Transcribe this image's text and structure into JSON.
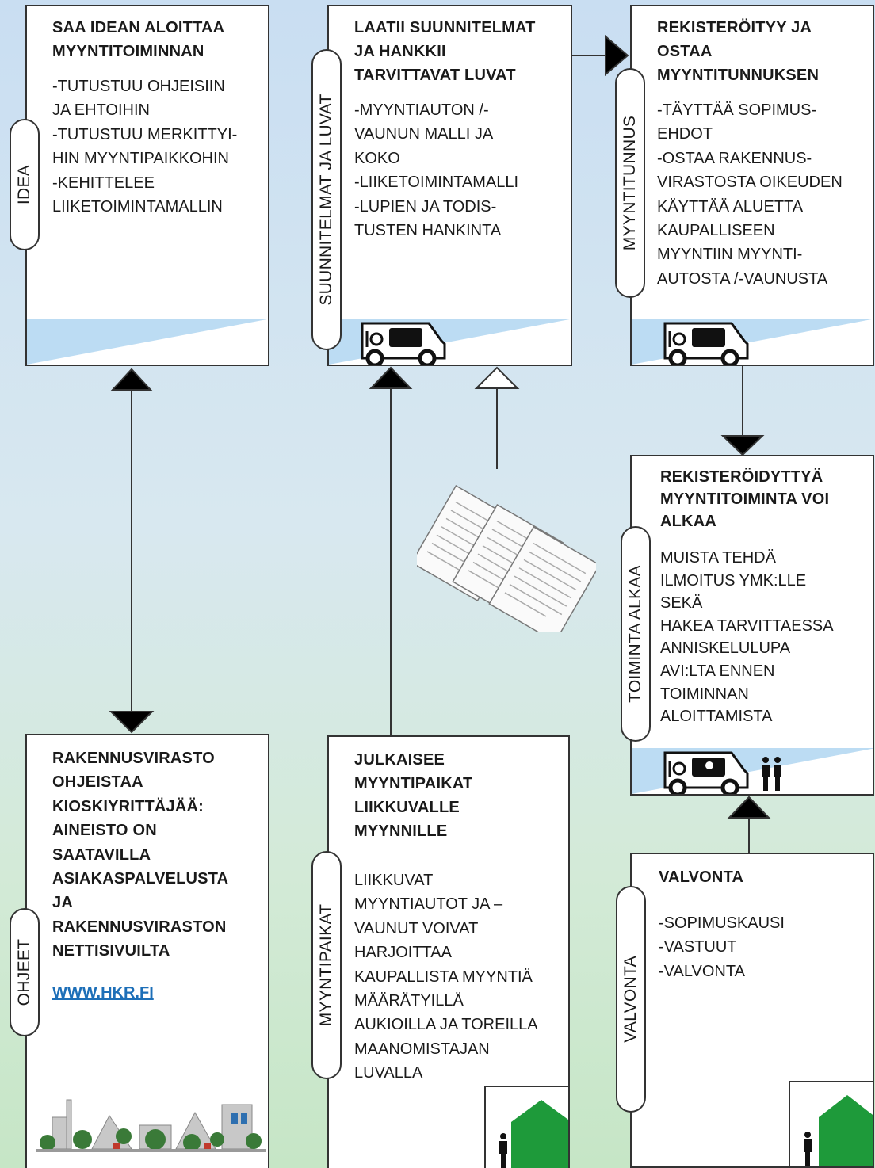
{
  "box_idea": {
    "tag": "IDEA",
    "heading": "SAA IDEAN ALOITTAA\nMYYNTITOIMINNAN",
    "body": "-TUTUSTUU OHJEISIIN\nJA EHTOIHIN\n-TUTUSTUU MERKITTYI-\nHIN MYYNTIPAIKKOHIN\n-KEHITTELEE\nLIIKETOIMINTAMALLIN"
  },
  "box_plans": {
    "tag": "SUUNNITELMAT JA LUVAT",
    "heading": "LAATII SUUNNITELMAT\nJA HANKKII\nTARVITTAVAT LUVAT",
    "body": "-MYYNTIAUTON /-\nVAUNUN MALLI JA\nKOKO\n-LIIKETOIMINTAMALLI\n-LUPIEN JA TODIS-\nTUSTEN HANKINTA"
  },
  "box_register": {
    "tag": "MYYNTITUNNUS",
    "heading": "REKISTERÖITYY JA\nOSTAA\nMYYNTITUNNUKSEN",
    "body": "-TÄYTTÄÄ SOPIMUS-\nEHDOT\n-OSTAA RAKENNUS-\nVIRASTOSTA OIKEUDEN\nKÄYTTÄÄ ALUETTA\nKAUPALLISEEN\nMYYNTIIN MYYNTI-\nAUTOSTA /-VAUNUSTA"
  },
  "box_start": {
    "tag": "TOIMINTA ALKAA",
    "heading": "REKISTERÖIDYTTYÄ\nMYYNTITOIMINTA VOI\nALKAA",
    "body": "MUISTA TEHDÄ\nILMOITUS YMK:LLE\nSEKÄ\nHAKEA TARVITTAESSA\nANNISKELULUPA\nAVI:LTA ENNEN\nTOIMINNAN\nALOITTAMISTA"
  },
  "box_guides": {
    "tag": "OHJEET",
    "heading": "RAKENNUSVIRASTO\nOHJEISTAA\nKIOSKIYRITTÄJÄÄ:\nAINEISTO ON\nSAATAVILLA\nASIAKASPALVELUSTA\nJA\nRAKENNUSVIRASTON\nNETTISIVUILTA",
    "link": "WWW.HKR.FI"
  },
  "box_places": {
    "tag": "MYYNTIPAIKAT",
    "heading": "JULKAISEE\nMYYNTIPAIKAT\nLIIKKUVALLE\nMYYNNILLE",
    "body": "LIIKKUVAT\nMYYNTIAUTOT JA –\nVAUNUT VOIVAT\nHARJOITTAA\nKAUPALLISTA MYYNTIÄ\nMÄÄRÄTYILLÄ\nAUKIOILLA JA TOREILLA\nMAANOMISTAJAN\nLUVALLA"
  },
  "box_control": {
    "tag": "VALVONTA",
    "heading": "VALVONTA",
    "body": "-SOPIMUSKAUSI\n-VASTUUT\n-VALVONTA"
  },
  "colors": {
    "band": "#bcdcf3",
    "building": "#1e9a3a",
    "border": "#333333",
    "link": "#1d6fb8"
  },
  "icons": [
    "food-truck-icon",
    "documents-icon",
    "people-icon",
    "person-icon",
    "building-icon",
    "city-illustration"
  ]
}
